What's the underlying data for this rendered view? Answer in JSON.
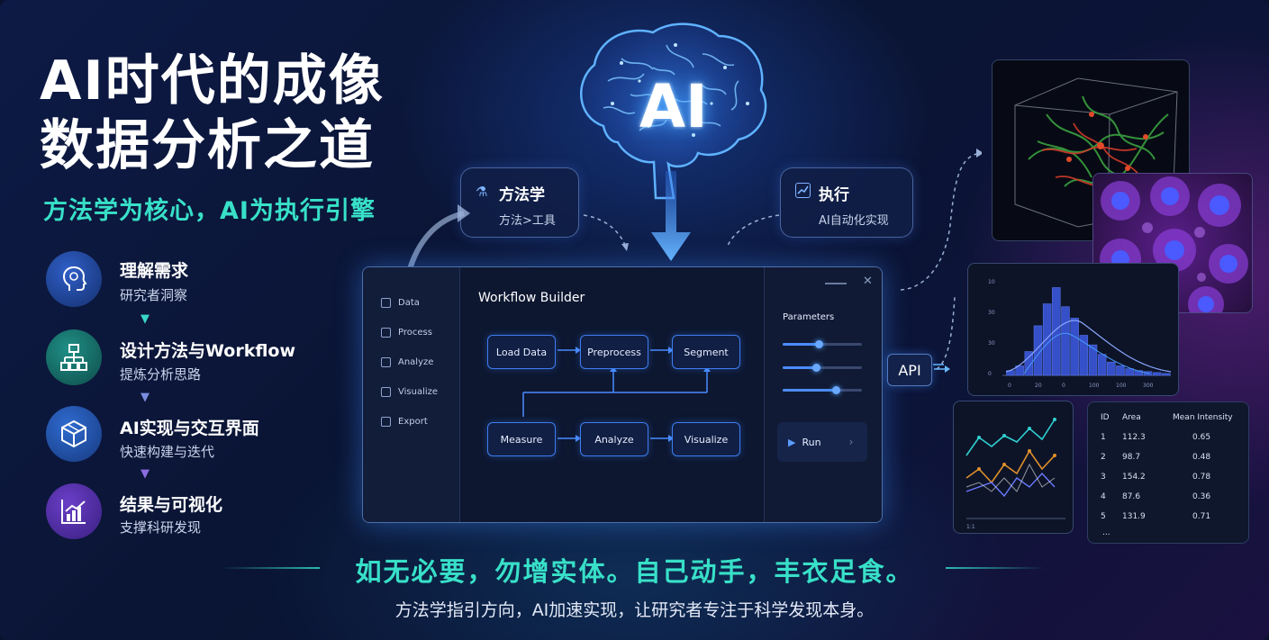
{
  "title": {
    "line1": "AI时代的成像",
    "line2": "数据分析之道"
  },
  "subtitle": "方法学为核心，AI为执行引擎",
  "steps": [
    {
      "title": "理解需求",
      "sub": "研究者洞察",
      "icon": "head-brain-icon",
      "color": "#1c3b8a"
    },
    {
      "title": "设计方法与Workflow",
      "sub": "提炼分析思路",
      "icon": "flowchart-icon",
      "color": "#136a66"
    },
    {
      "title": "AI实现与交互界面",
      "sub": "快速构建与迭代",
      "icon": "cube-icon",
      "color": "#1b4a9a"
    },
    {
      "title": "结果与可视化",
      "sub": "支撑科研发现",
      "icon": "bar-chart-icon",
      "color": "#4a2a92"
    }
  ],
  "brain": {
    "label": "AI"
  },
  "methodology": {
    "title": "方法学",
    "sub": "方法>工具",
    "icon": "flask-icon"
  },
  "execute": {
    "title": "执行",
    "sub": "AI自动化实现",
    "icon": "chart-up-icon"
  },
  "window": {
    "title": "Workflow Builder",
    "sidebar": [
      "Data",
      "Process",
      "Analyze",
      "Visualize",
      "Export"
    ],
    "nodes_row1": [
      "Load Data",
      "Preprocess",
      "Segment"
    ],
    "nodes_row2": [
      "Measure",
      "Analyze",
      "Visualize"
    ],
    "params_label": "Parameters",
    "sliders": [
      0.45,
      0.42,
      0.68
    ],
    "run_label": "Run"
  },
  "api_label": "API",
  "histogram": {
    "y_ticks": [
      "10",
      "30",
      "30",
      "0"
    ],
    "x_ticks": [
      "0",
      "20",
      "0",
      "100",
      "100",
      "300"
    ],
    "bars": [
      0.05,
      0.1,
      0.25,
      0.52,
      0.75,
      0.92,
      0.72,
      0.6,
      0.42,
      0.32,
      0.22,
      0.14,
      0.1,
      0.07,
      0.05,
      0.04,
      0.03,
      0.02
    ]
  },
  "line_chart": {
    "x_tick": "1:1"
  },
  "table": {
    "headers": [
      "ID",
      "Area",
      "Mean Intensity"
    ],
    "rows": [
      [
        "1",
        "112.3",
        "0.65"
      ],
      [
        "2",
        "98.7",
        "0.48"
      ],
      [
        "3",
        "154.2",
        "0.78"
      ],
      [
        "4",
        "87.6",
        "0.36"
      ],
      [
        "5",
        "131.9",
        "0.71"
      ]
    ],
    "ellipsis": "..."
  },
  "motto": "如无必要，勿增实体。自己动手，丰衣足食。",
  "footer": "方法学指引方向，AI加速实现，让研究者专注于科学发现本身。"
}
